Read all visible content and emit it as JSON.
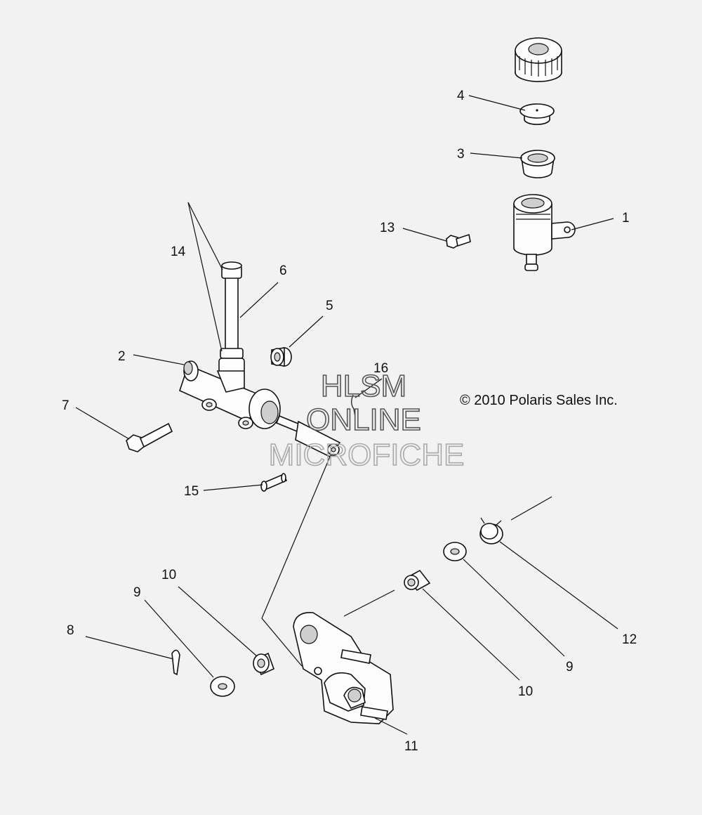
{
  "diagram": {
    "copyright": "© 2010 Polaris Sales Inc.",
    "watermark": [
      "HLSM",
      "ONLINE",
      "MICROFICHE"
    ],
    "callouts": [
      "1",
      "2",
      "3",
      "4",
      "5",
      "6",
      "7",
      "8",
      "9",
      "9",
      "10",
      "10",
      "11",
      "12",
      "13",
      "14",
      "15",
      "16"
    ],
    "colors": {
      "background": "#f2f2f2",
      "line": "#111111",
      "watermark": "#555555",
      "watermark_light": "#aaaaaa"
    }
  }
}
